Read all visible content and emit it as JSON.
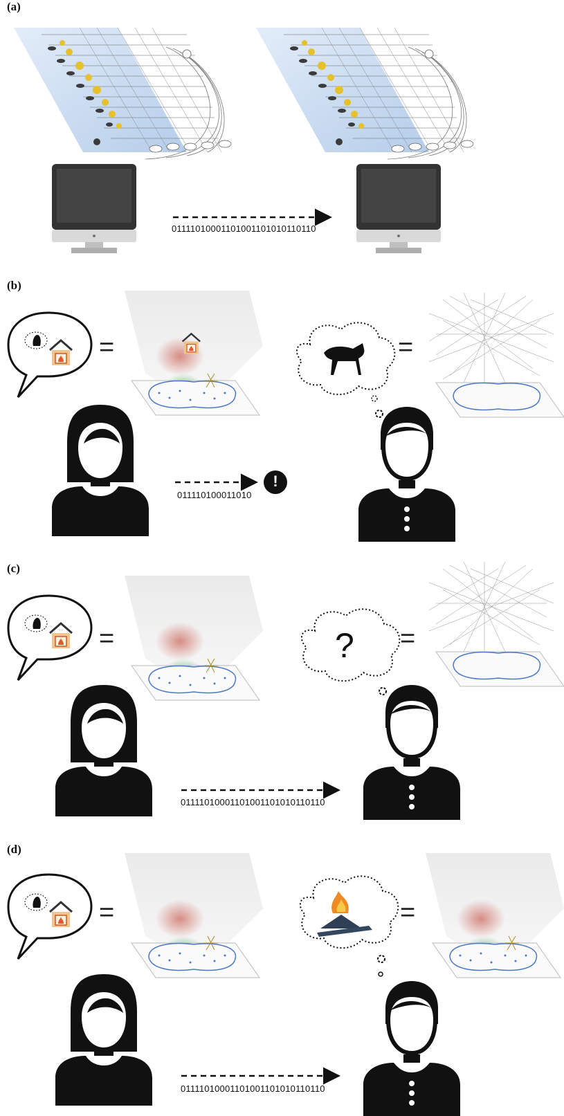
{
  "panels": [
    {
      "label": "(a)",
      "bits": "01111010001101001101010110110"
    },
    {
      "label": "(b)",
      "bits": "011110100011010"
    },
    {
      "label": "(c)",
      "bits": "01111010001101001101010110110"
    },
    {
      "label": "(d)",
      "bits": "01111010001101001101010110110"
    }
  ],
  "equals_sign": "=",
  "question_mark": "?",
  "exclamation_mark": "!",
  "colors": {
    "ink": "#111111",
    "screen": "#333333",
    "monitor_base": "#cfcfcf",
    "nn_blue": "#bcd3ee",
    "brain_outline": "#4a78c4",
    "activation_red": "#c0392b",
    "activation_green": "#2e9e4f"
  }
}
